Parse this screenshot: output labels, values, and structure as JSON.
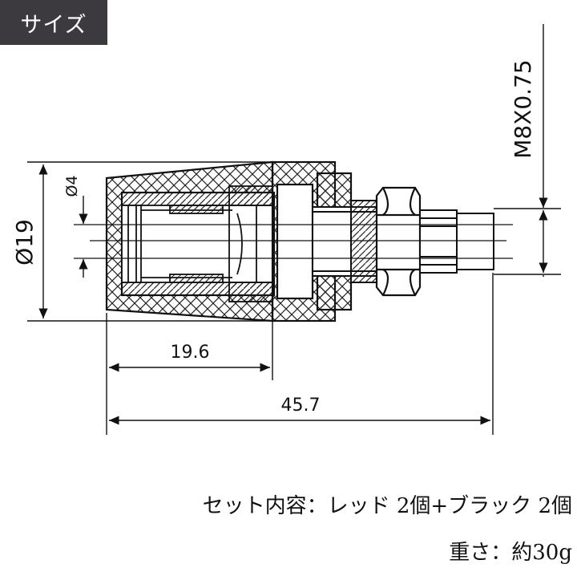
{
  "header": {
    "tag_label": "サイズ",
    "tag_bg": "#3d3a3f"
  },
  "dimensions": {
    "outer_diameter": "Ø19",
    "inner_diameter": "Ø4",
    "thread": "M8X0.75",
    "short_length": "19.6",
    "total_length": "45.7"
  },
  "specs": {
    "contents": "セット内容：レッド 2個+ブラック 2個",
    "weight": "重さ：約30g"
  }
}
